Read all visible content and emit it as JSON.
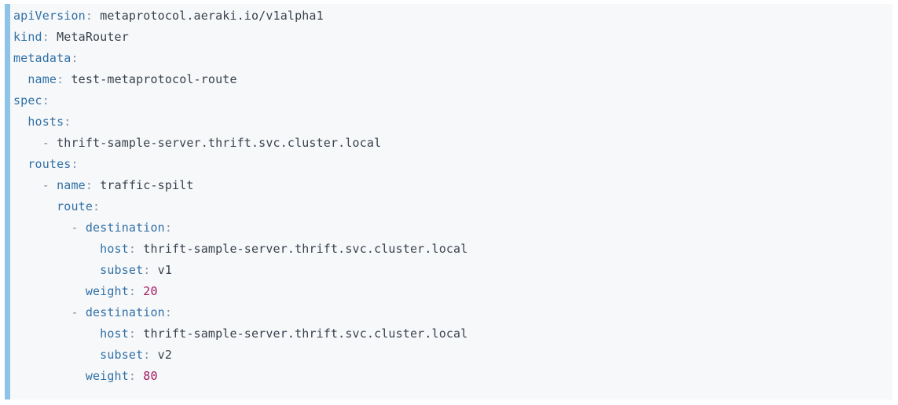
{
  "page": {
    "component": "yaml-code-block",
    "language": "yaml"
  },
  "colors": {
    "page_background": "#ffffff",
    "block_background": "#f7f8fa",
    "accent_bar": "#8fc3e8",
    "key": "#3171a6",
    "punctuation": "#7d91a5",
    "value": "#38424d",
    "number": "#a0195f"
  },
  "code": {
    "lines": [
      {
        "tokens": [
          [
            "k",
            "apiVersion"
          ],
          [
            "p",
            ":"
          ],
          [
            "w",
            " "
          ],
          [
            "v",
            "metaprotocol.aeraki.io/v1alpha1"
          ]
        ]
      },
      {
        "tokens": [
          [
            "k",
            "kind"
          ],
          [
            "p",
            ":"
          ],
          [
            "w",
            " "
          ],
          [
            "v",
            "MetaRouter"
          ]
        ]
      },
      {
        "tokens": [
          [
            "k",
            "metadata"
          ],
          [
            "p",
            ":"
          ]
        ]
      },
      {
        "tokens": [
          [
            "w",
            "  "
          ],
          [
            "k",
            "name"
          ],
          [
            "p",
            ":"
          ],
          [
            "w",
            " "
          ],
          [
            "v",
            "test-metaprotocol-route"
          ]
        ]
      },
      {
        "tokens": [
          [
            "k",
            "spec"
          ],
          [
            "p",
            ":"
          ]
        ]
      },
      {
        "tokens": [
          [
            "w",
            "  "
          ],
          [
            "k",
            "hosts"
          ],
          [
            "p",
            ":"
          ]
        ]
      },
      {
        "tokens": [
          [
            "w",
            "    "
          ],
          [
            "p",
            "-"
          ],
          [
            "w",
            " "
          ],
          [
            "v",
            "thrift-sample-server.thrift.svc.cluster.local"
          ]
        ]
      },
      {
        "tokens": [
          [
            "w",
            "  "
          ],
          [
            "k",
            "routes"
          ],
          [
            "p",
            ":"
          ]
        ]
      },
      {
        "tokens": [
          [
            "w",
            "    "
          ],
          [
            "p",
            "-"
          ],
          [
            "w",
            " "
          ],
          [
            "k",
            "name"
          ],
          [
            "p",
            ":"
          ],
          [
            "w",
            " "
          ],
          [
            "v",
            "traffic-spilt"
          ]
        ]
      },
      {
        "tokens": [
          [
            "w",
            "      "
          ],
          [
            "k",
            "route"
          ],
          [
            "p",
            ":"
          ]
        ]
      },
      {
        "tokens": [
          [
            "w",
            "        "
          ],
          [
            "p",
            "-"
          ],
          [
            "w",
            " "
          ],
          [
            "k",
            "destination"
          ],
          [
            "p",
            ":"
          ]
        ]
      },
      {
        "tokens": [
          [
            "w",
            "            "
          ],
          [
            "k",
            "host"
          ],
          [
            "p",
            ":"
          ],
          [
            "w",
            " "
          ],
          [
            "v",
            "thrift-sample-server.thrift.svc.cluster.local"
          ]
        ]
      },
      {
        "tokens": [
          [
            "w",
            "            "
          ],
          [
            "k",
            "subset"
          ],
          [
            "p",
            ":"
          ],
          [
            "w",
            " "
          ],
          [
            "v",
            "v1"
          ]
        ]
      },
      {
        "tokens": [
          [
            "w",
            "          "
          ],
          [
            "k",
            "weight"
          ],
          [
            "p",
            ":"
          ],
          [
            "w",
            " "
          ],
          [
            "n",
            "20"
          ]
        ]
      },
      {
        "tokens": [
          [
            "w",
            "        "
          ],
          [
            "p",
            "-"
          ],
          [
            "w",
            " "
          ],
          [
            "k",
            "destination"
          ],
          [
            "p",
            ":"
          ]
        ]
      },
      {
        "tokens": [
          [
            "w",
            "            "
          ],
          [
            "k",
            "host"
          ],
          [
            "p",
            ":"
          ],
          [
            "w",
            " "
          ],
          [
            "v",
            "thrift-sample-server.thrift.svc.cluster.local"
          ]
        ]
      },
      {
        "tokens": [
          [
            "w",
            "            "
          ],
          [
            "k",
            "subset"
          ],
          [
            "p",
            ":"
          ],
          [
            "w",
            " "
          ],
          [
            "v",
            "v2"
          ]
        ]
      },
      {
        "tokens": [
          [
            "w",
            "          "
          ],
          [
            "k",
            "weight"
          ],
          [
            "p",
            ":"
          ],
          [
            "w",
            " "
          ],
          [
            "n",
            "80"
          ]
        ]
      }
    ]
  }
}
